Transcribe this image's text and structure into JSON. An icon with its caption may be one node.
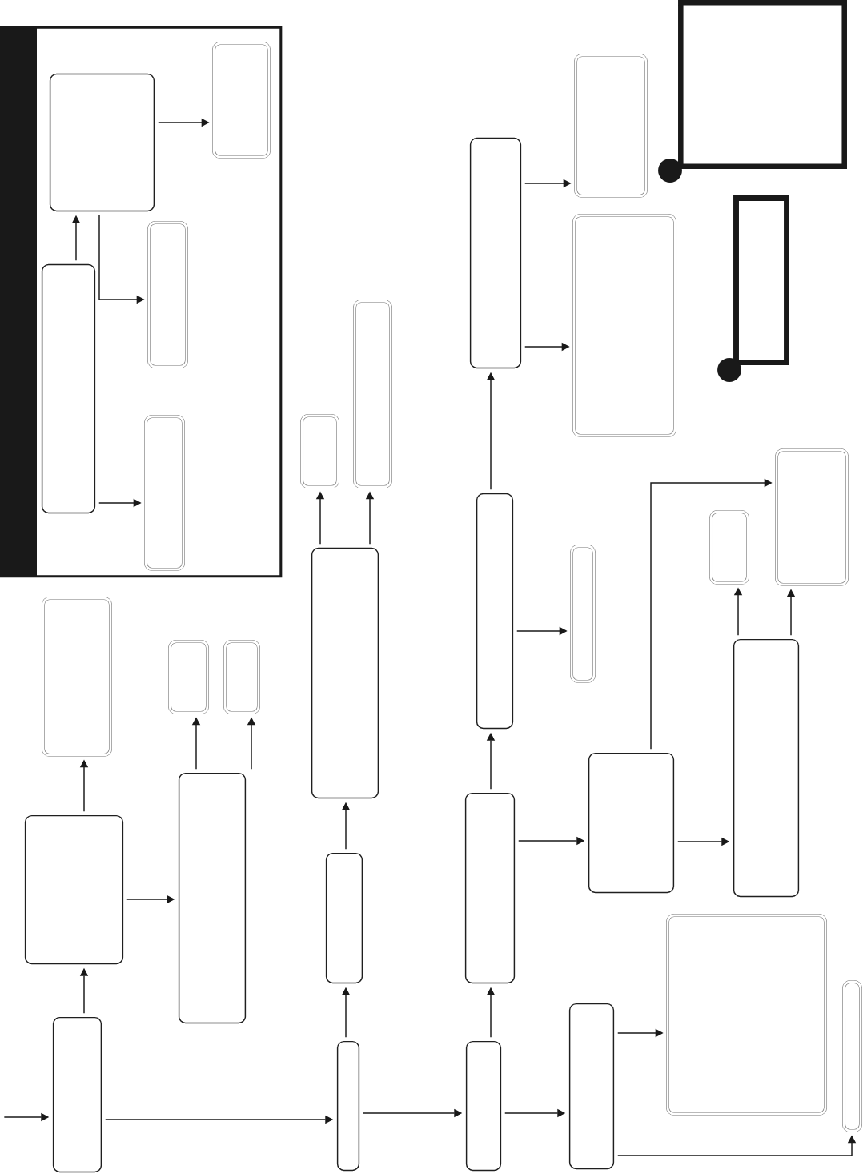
{
  "diagram": {
    "nodes": [
      {
        "text": [],
        "shape": "box"
      },
      {
        "text": [],
        "shape": "box",
        "in": 0
      },
      {
        "text": [],
        "shape": "box",
        "in": 0
      },
      {
        "text": [],
        "shape": "box",
        "in": 0
      },
      {
        "text": [],
        "shape": "box",
        "in": 0
      },
      {
        "text": [],
        "shape": "box",
        "in": 0
      },
      {
        "text": [],
        "shape": "box"
      },
      {
        "text": [],
        "shape": "box"
      },
      {
        "text": [],
        "shape": "box"
      },
      {
        "text": [],
        "shape": "box"
      },
      {
        "text": [],
        "shape": "box"
      },
      {
        "text": [],
        "shape": "box"
      },
      {
        "text": [],
        "shape": "box"
      },
      {
        "text": [],
        "shape": "box"
      },
      {
        "text": [],
        "shape": "box"
      },
      {
        "text": [],
        "shape": "box"
      },
      {
        "text": [],
        "shape": "box"
      },
      {
        "text": [],
        "shape": "box"
      },
      {
        "text": [],
        "shape": "box"
      },
      {
        "text": [],
        "shape": "box"
      },
      {
        "text": [],
        "shape": "box"
      },
      {
        "text": [],
        "shape": "box"
      },
      {
        "text": [],
        "shape": "box"
      },
      {
        "text": [],
        "shape": "box"
      },
      {
        "text": [],
        "shape": "box"
      },
      {
        "text": [],
        "shape": "box"
      },
      {
        "text": [],
        "shape": "box"
      },
      {
        "text": [],
        "shape": "box"
      },
      {
        "text": [],
        "shape": "box"
      },
      {
        "text": [],
        "shape": "box"
      },
      {
        "text": [],
        "shape": "box"
      }
    ],
    "edges": [
      {
        "from": 4,
        "to": 2,
        "arrow": "to"
      },
      {
        "from": 2,
        "to": 1,
        "arrow": "to"
      },
      {
        "from": 2,
        "to": 3,
        "arrow": "to"
      },
      {
        "from": 4,
        "to": 5,
        "arrow": "to"
      },
      {
        "from": 7,
        "to": 6,
        "arrow": "to"
      },
      {
        "from": 7,
        "to": 8,
        "arrow": "to"
      },
      {
        "from": 12,
        "to": 7,
        "arrow": "to"
      },
      {
        "from": 15,
        "to": 10,
        "arrow": "to"
      },
      {
        "from": 15,
        "to": 9,
        "arrow": "to"
      },
      {
        "from": 12,
        "to": 14,
        "arrow": "to"
      },
      {
        "from": 17,
        "to": 13,
        "arrow": "to"
      },
      {
        "from": 17,
        "to": 11,
        "arrow": "to"
      },
      {
        "from": 20,
        "to": 11,
        "arrow": "to"
      },
      {
        "from": 20,
        "to": 17,
        "arrow": "to"
      },
      {
        "from": 22,
        "to": 12,
        "arrow": "to"
      },
      {
        "from": 22,
        "to": 20,
        "arrow": "to"
      },
      {
        "from": 23,
        "to": 16,
        "arrow": "to"
      },
      {
        "from": 21,
        "to": 18,
        "arrow": "to"
      },
      {
        "from": 21,
        "to": 19,
        "arrow": "to"
      },
      {
        "from": 23,
        "to": 21,
        "arrow": "to"
      },
      {
        "from": 28,
        "to": 23,
        "arrow": "to"
      },
      {
        "from": null,
        "to": 28,
        "arrow": "to"
      },
      {
        "from": 28,
        "to": 29,
        "arrow": "to"
      },
      {
        "from": 29,
        "to": 24,
        "arrow": "to"
      },
      {
        "from": 24,
        "to": 15,
        "arrow": "to"
      },
      {
        "from": 30,
        "to": 22,
        "arrow": "to"
      },
      {
        "from": 29,
        "to": 30,
        "arrow": "to"
      },
      {
        "from": 30,
        "to": 27,
        "arrow": "to"
      },
      {
        "from": 27,
        "to": 25,
        "arrow": "to"
      },
      {
        "from": 27,
        "to": 26,
        "arrow": "to"
      }
    ]
  }
}
